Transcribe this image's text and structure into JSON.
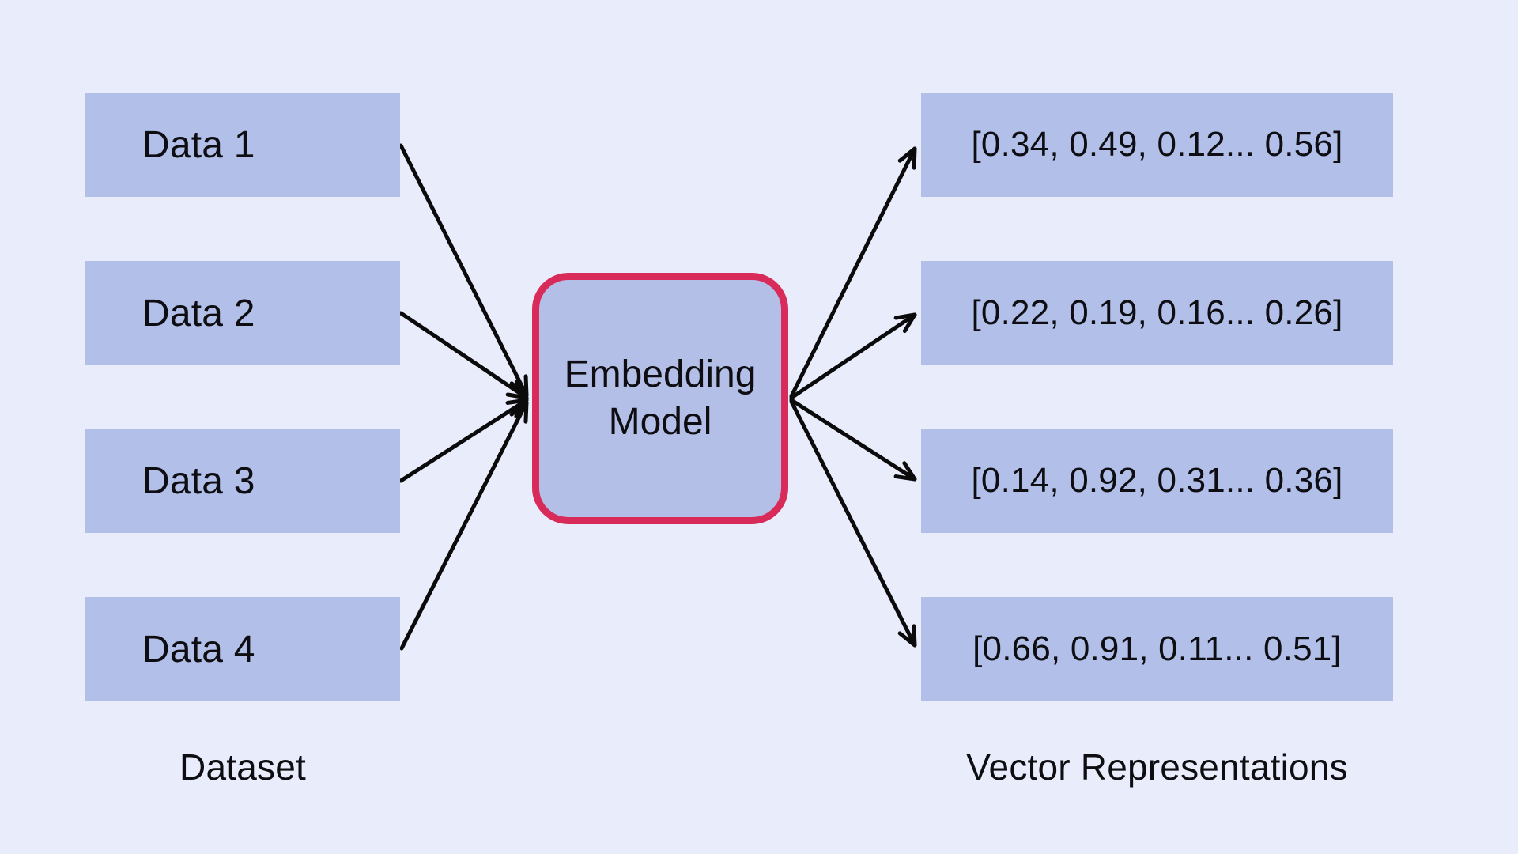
{
  "colors": {
    "background": "#e9edfb",
    "box_fill": "#b1bfe9",
    "model_box_fill": "#b4bfe8",
    "model_border": "#d92b59",
    "arrow": "#0b0b0b",
    "text": "#0e0e12"
  },
  "diagram": {
    "dataset": {
      "caption": "Dataset",
      "items": [
        {
          "label": "Data 1"
        },
        {
          "label": "Data 2"
        },
        {
          "label": "Data 3"
        },
        {
          "label": "Data 4"
        }
      ]
    },
    "model": {
      "line1": "Embedding",
      "line2": "Model"
    },
    "vectors": {
      "caption": "Vector Representations",
      "items": [
        {
          "label": "[0.34, 0.49, 0.12... 0.56]"
        },
        {
          "label": "[0.22, 0.19, 0.16... 0.26]"
        },
        {
          "label": "[0.14, 0.92, 0.31... 0.36]"
        },
        {
          "label": "[0.66, 0.91, 0.11... 0.51]"
        }
      ]
    }
  }
}
